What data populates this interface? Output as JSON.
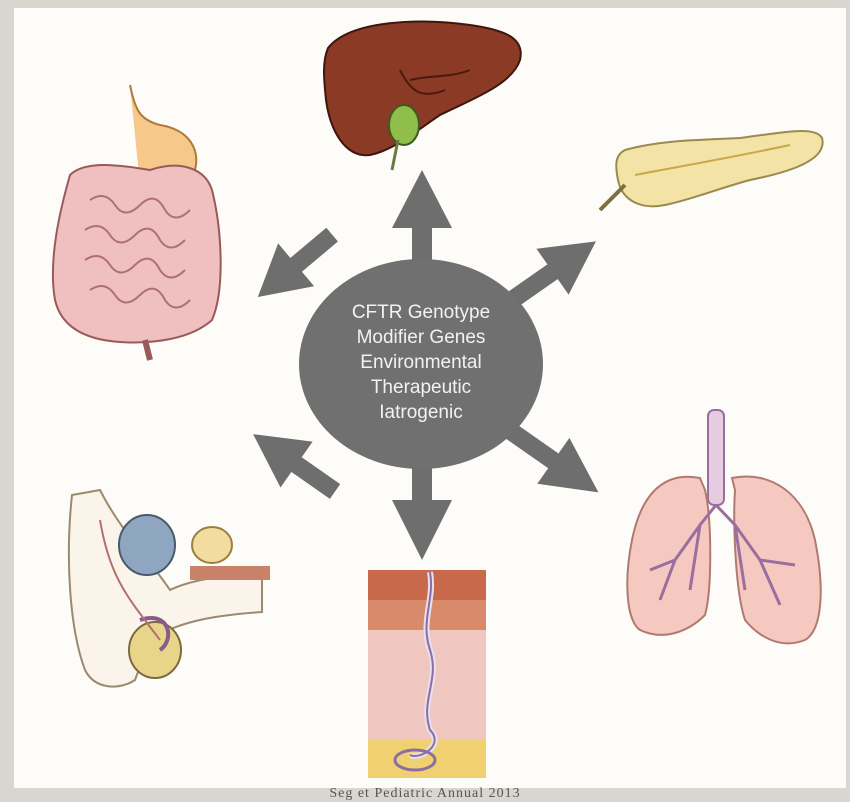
{
  "hub": {
    "lines": [
      "CFTR Genotype",
      "Modifier Genes",
      "Environmental",
      "Therapeutic",
      "Iatrogenic"
    ],
    "color": "#707070"
  },
  "organs": [
    {
      "name": "intestines-icon"
    },
    {
      "name": "liver-icon"
    },
    {
      "name": "pancreas-icon"
    },
    {
      "name": "lungs-icon"
    },
    {
      "name": "skin-sweat-gland-icon"
    },
    {
      "name": "male-reproductive-tract-icon"
    }
  ],
  "colors": {
    "arrow": "#6e6e6e",
    "liver": "#8b3a25",
    "pancreas": "#f3e3a6",
    "intestine": "#f0c0c0",
    "lung": "#f6c9c0",
    "airway": "#9a6fa0",
    "skin_top": "#c7694a",
    "skin_fat": "#f0d070"
  },
  "caption": "Seg et Pediatric Annual 2013"
}
